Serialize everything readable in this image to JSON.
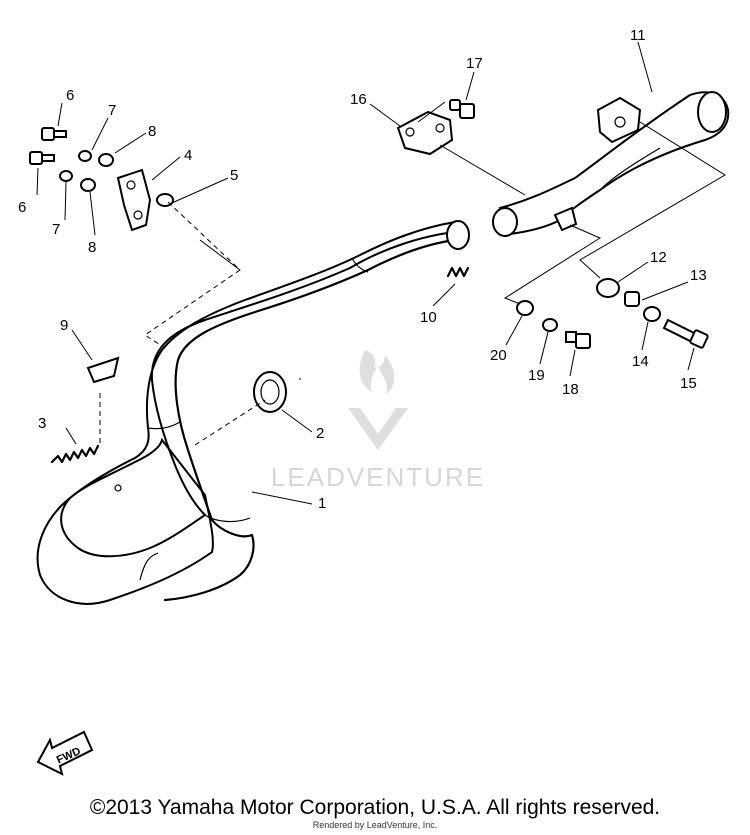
{
  "diagram": {
    "callouts": {
      "c1": "1",
      "c2": "2",
      "c3": "3",
      "c4": "4",
      "c5": "5",
      "c6a": "6",
      "c6b": "6",
      "c7a": "7",
      "c7b": "7",
      "c8a": "8",
      "c8b": "8",
      "c9": "9",
      "c10": "10",
      "c11": "11",
      "c12": "12",
      "c13": "13",
      "c14": "14",
      "c15": "15",
      "c16": "16",
      "c17": "17",
      "c18": "18",
      "c19": "19",
      "c20": "20"
    },
    "fwd_label": "FWD",
    "watermark": "LEADVENTURE"
  },
  "footer": {
    "copyright": "©2013 Yamaha Motor Corporation, U.S.A. All rights reserved.",
    "rendered_by": "Rendered by LeadVenture, Inc."
  }
}
